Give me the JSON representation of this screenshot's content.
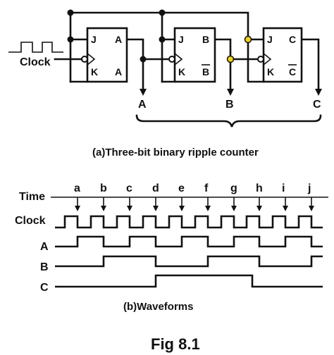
{
  "counter": {
    "clock_label": "Clock",
    "flipflops": [
      {
        "j": "J",
        "k": "K",
        "q": "A",
        "qbar": "A"
      },
      {
        "j": "J",
        "k": "K",
        "q": "B",
        "qbar": "B"
      },
      {
        "j": "J",
        "k": "K",
        "q": "C",
        "qbar": "C"
      }
    ],
    "outputs": [
      "A",
      "B",
      "C"
    ],
    "caption": "(a)Three-bit binary ripple counter",
    "colors": {
      "junction_highlight": "#f2d21b",
      "ink": "#111111"
    }
  },
  "waveforms": {
    "time_label": "Time",
    "time_marks": [
      "a",
      "b",
      "c",
      "d",
      "e",
      "f",
      "g",
      "h",
      "i",
      "j"
    ],
    "signals": [
      {
        "name": "Clock"
      },
      {
        "name": "A"
      },
      {
        "name": "B"
      },
      {
        "name": "C"
      }
    ],
    "caption": "(b)Waveforms"
  },
  "figure_label": "Fig 8.1"
}
